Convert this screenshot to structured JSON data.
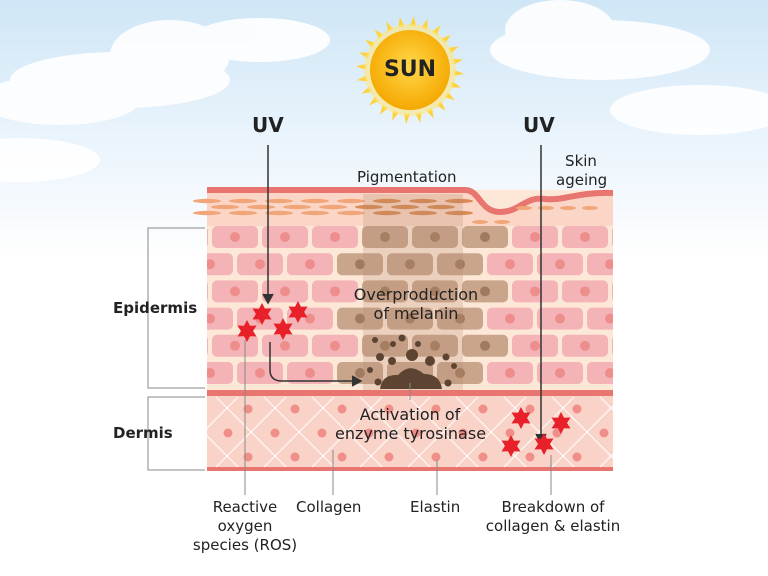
{
  "sun": {
    "label": "SUN"
  },
  "uv": {
    "left": "UV",
    "right": "UV"
  },
  "labels": {
    "pigmentation": "Pigmentation",
    "skin_ageing": [
      "Skin",
      "ageing"
    ],
    "overproduction": [
      "Overproduction",
      "of melanin"
    ],
    "activation": [
      "Activation of",
      "enzyme tyrosinase"
    ],
    "epidermis": "Epidermis",
    "dermis": "Dermis",
    "ros": [
      "Reactive",
      "oxygen",
      "species (ROS)"
    ],
    "collagen": "Collagen",
    "elastin": "Elastin",
    "breakdown": [
      "Breakdown of",
      "collagen & elastin"
    ]
  },
  "colors": {
    "sky": "#d9ecf8",
    "sun": "#f7b500",
    "skin_line": "#e8756f",
    "cell": "#f4b3b6",
    "cell_nucleus": "#ee8e8c",
    "pigment_cell": "#c9a58c",
    "melanin": "#5c4332",
    "dermis": "#f9d3c8",
    "ros_star": "#e8202a"
  }
}
